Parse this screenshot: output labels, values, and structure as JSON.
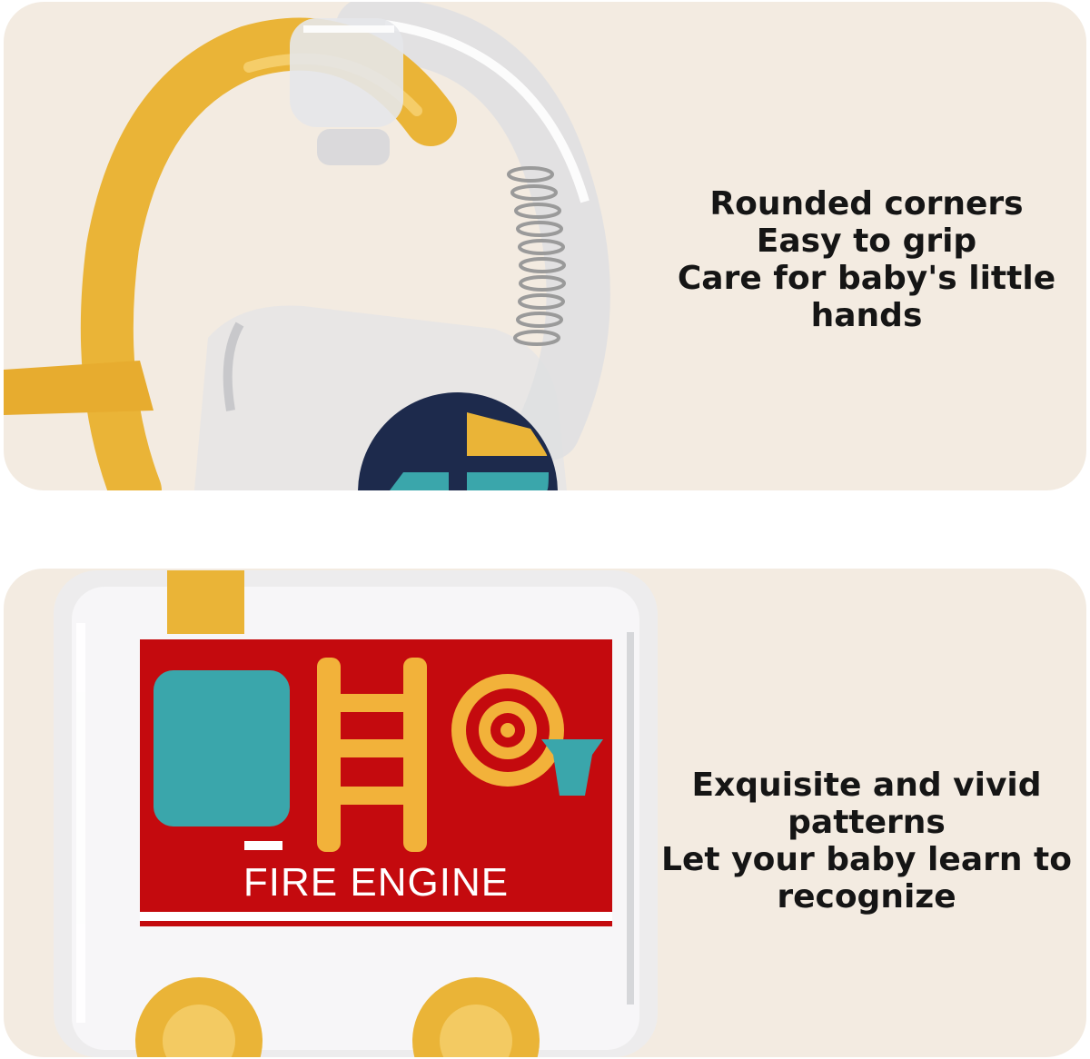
{
  "panels": {
    "top": {
      "caption": [
        "Rounded corners",
        "Easy to grip",
        "Care for baby's little",
        "hands"
      ]
    },
    "bottom": {
      "caption": [
        "Exquisite and vivid",
        "patterns",
        "Let your baby learn to",
        "recognize"
      ],
      "label": "FIRE ENGINE"
    }
  },
  "colors": {
    "background": "#f3ebe1",
    "toy_yellow": "#eab437",
    "fire_red": "#c40a0e",
    "teal": "#3aa6ab",
    "navy": "#1d2a4c",
    "text": "#151515"
  }
}
